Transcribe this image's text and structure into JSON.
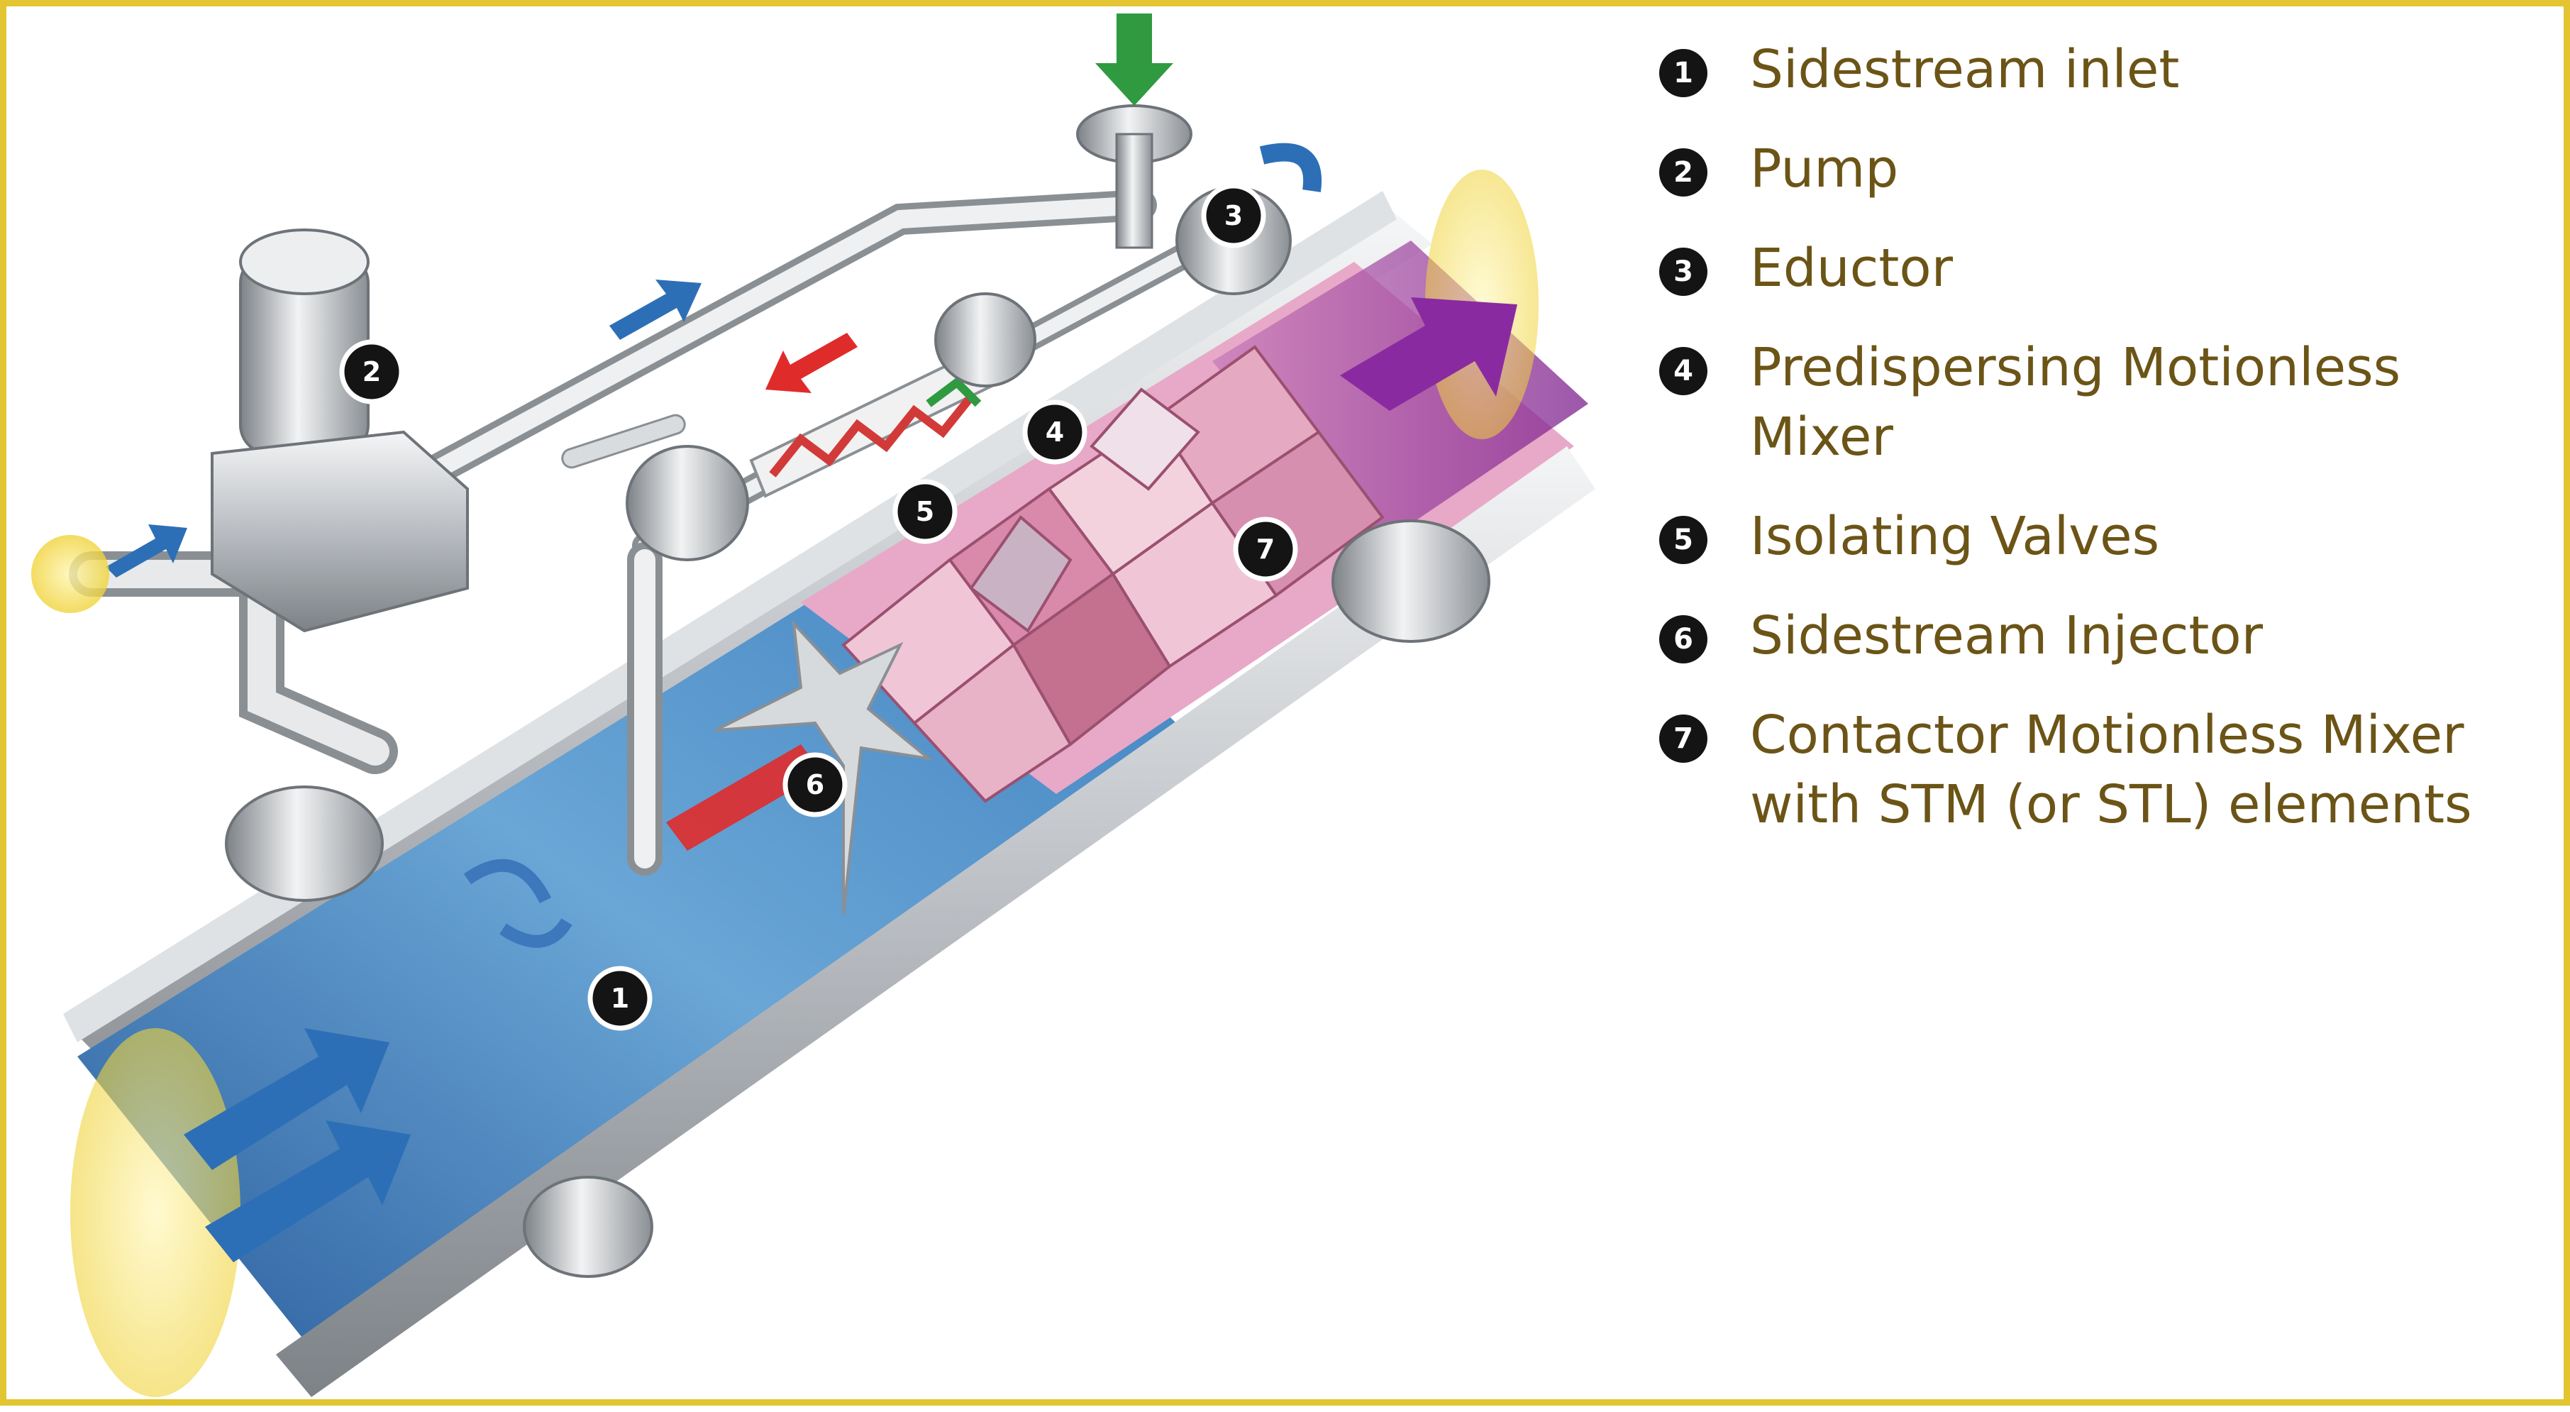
{
  "legend": [
    {
      "number": "1",
      "label": "Sidestream inlet"
    },
    {
      "number": "2",
      "label": "Pump"
    },
    {
      "number": "3",
      "label": "Eductor"
    },
    {
      "number": "4",
      "label": "Predispersing Motionless\nMixer"
    },
    {
      "number": "5",
      "label": "Isolating Valves"
    },
    {
      "number": "6",
      "label": "Sidestream Injector"
    },
    {
      "number": "7",
      "label": "Contactor Motionless Mixer\nwith STM (or STL) elements"
    }
  ],
  "callouts": [
    "1",
    "2",
    "3",
    "4",
    "5",
    "6",
    "7"
  ],
  "colors": {
    "border": "#e2c531",
    "legend_text": "#6b5416",
    "inlet_flow": "#2d6fb6",
    "injected_flow": "#e02b2b",
    "mixed_flow": "#8a2aa0",
    "reagent_inlet": "#2f9a3f",
    "steel": "#c9ccd0"
  }
}
